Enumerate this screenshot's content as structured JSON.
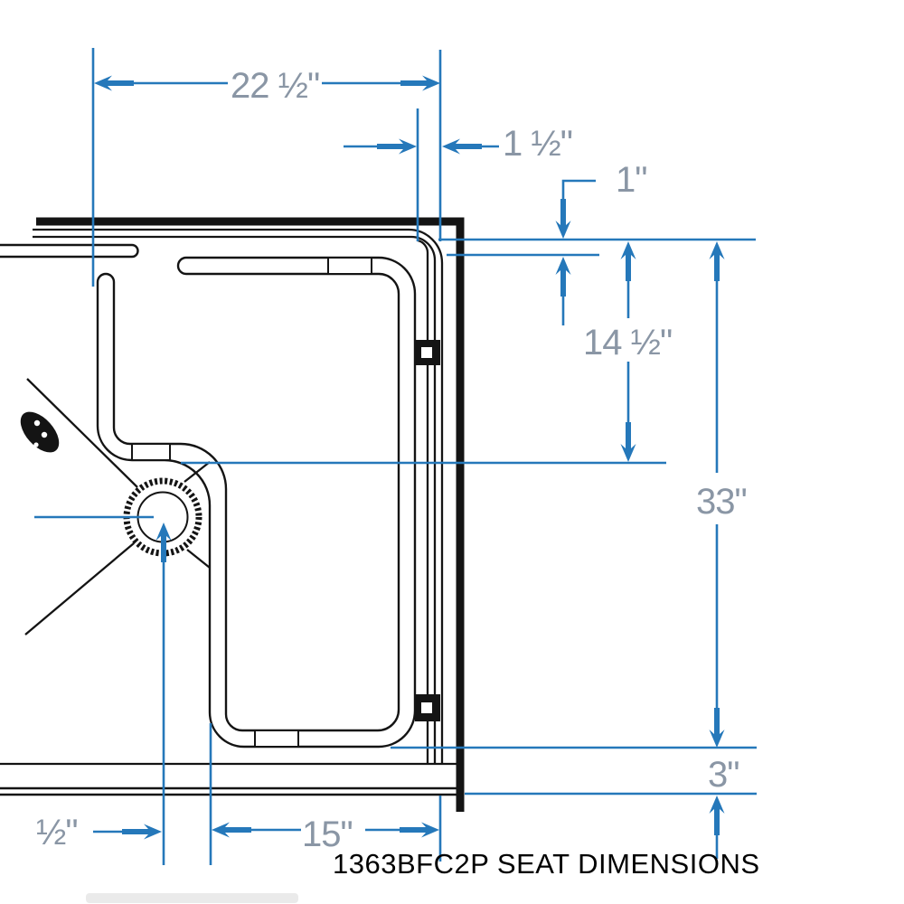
{
  "caption": "1363BFC2P SEAT DIMENSIONS",
  "dimensions": {
    "top_width": "22 ½\"",
    "back_wall_offset": "1 ½\"",
    "rim_inset": "1\"",
    "seat_depth": "14 ½\"",
    "overall_length": "33\"",
    "base_edge": "3\"",
    "seat_width": "15\"",
    "drain_offset": "½\""
  },
  "colors": {
    "dimension_blue": "#2578ba",
    "dimension_text_gray": "#8a96a5",
    "drawing_black": "#141414",
    "caption_black": "#000000"
  }
}
